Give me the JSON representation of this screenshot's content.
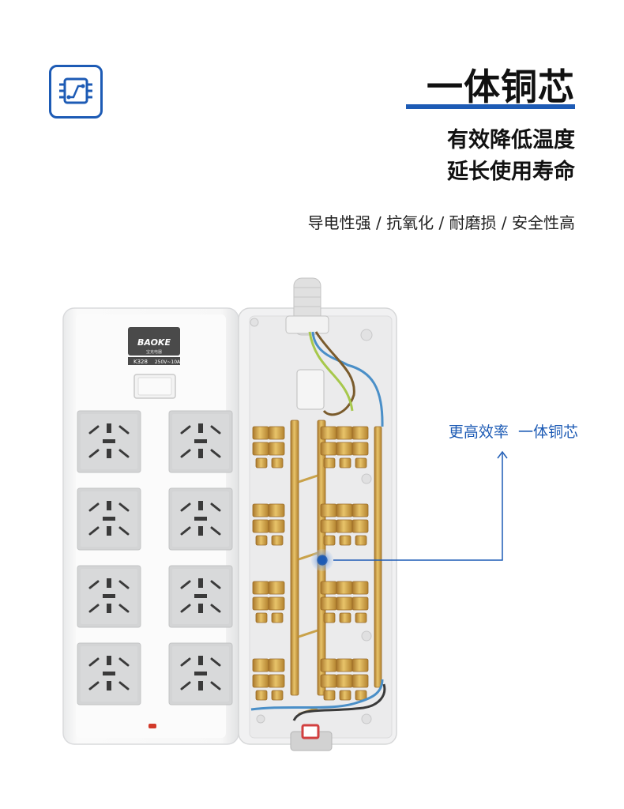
{
  "icon": {
    "name": "circuit-chip-icon"
  },
  "headline": "一体铜芯",
  "subheadline": [
    "有效降低温度",
    "延长使用寿命"
  ],
  "tagline": "导电性强 / 抗氧化 / 耐磨损 / 安全性高",
  "callout": "更高效率  一体铜芯",
  "product": {
    "brand": "BAOKE",
    "brand_cn": "宝克",
    "brand_sub": "宝克电器",
    "model": "K328",
    "rating": "250V~10A",
    "socket_count": 8
  },
  "colors": {
    "accent": "#1d5bb5",
    "copper": "#c9a24a"
  }
}
